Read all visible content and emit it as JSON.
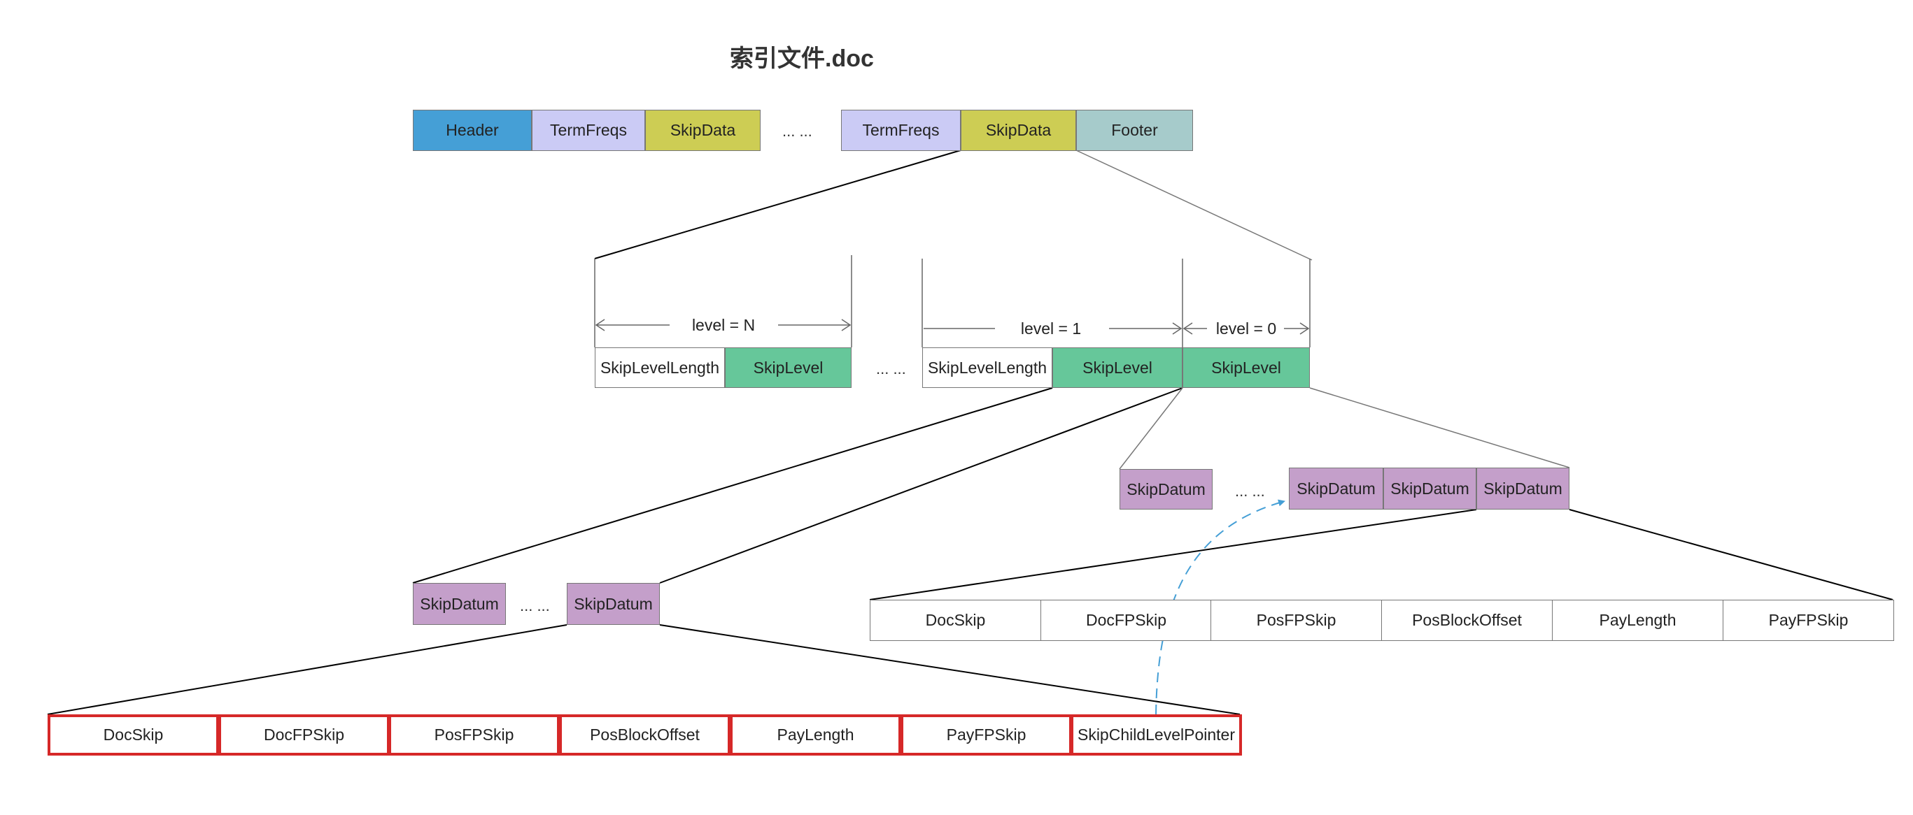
{
  "title": "索引文件.doc",
  "colors": {
    "header": "#459fd6",
    "termfreqs": "#cbcbf5",
    "skipdata": "#cdcd54",
    "footer": "#a6cbcb",
    "skiplevel": "#66c79a",
    "skipdatum": "#c49fca",
    "highlight": "#d62828",
    "arrow": "#459fd6"
  },
  "file_row": {
    "left": [
      "Header",
      "TermFreqs",
      "SkipData"
    ],
    "ellipsis": "... ...",
    "right": [
      "TermFreqs",
      "SkipData",
      "Footer"
    ]
  },
  "levels": {
    "level_n": "level = N",
    "level_1": "level = 1",
    "level_0": "level = 0"
  },
  "skip_row": {
    "left": [
      "SkipLevelLength",
      "SkipLevel"
    ],
    "ellipsis": "... ...",
    "right": [
      "SkipLevelLength",
      "SkipLevel",
      "SkipLevel"
    ]
  },
  "datum_right": {
    "single": "SkipDatum",
    "ellipsis": "... ...",
    "group": [
      "SkipDatum",
      "SkipDatum",
      "SkipDatum"
    ]
  },
  "datum_left": {
    "items": [
      "SkipDatum",
      "SkipDatum"
    ],
    "ellipsis": "... ..."
  },
  "fields_level0": [
    "DocSkip",
    "DocFPSkip",
    "PosFPSkip",
    "PosBlockOffset",
    "PayLength",
    "PayFPSkip"
  ],
  "fields_level1": [
    "DocSkip",
    "DocFPSkip",
    "PosFPSkip",
    "PosBlockOffset",
    "PayLength",
    "PayFPSkip",
    "SkipChildLevelPointer"
  ]
}
